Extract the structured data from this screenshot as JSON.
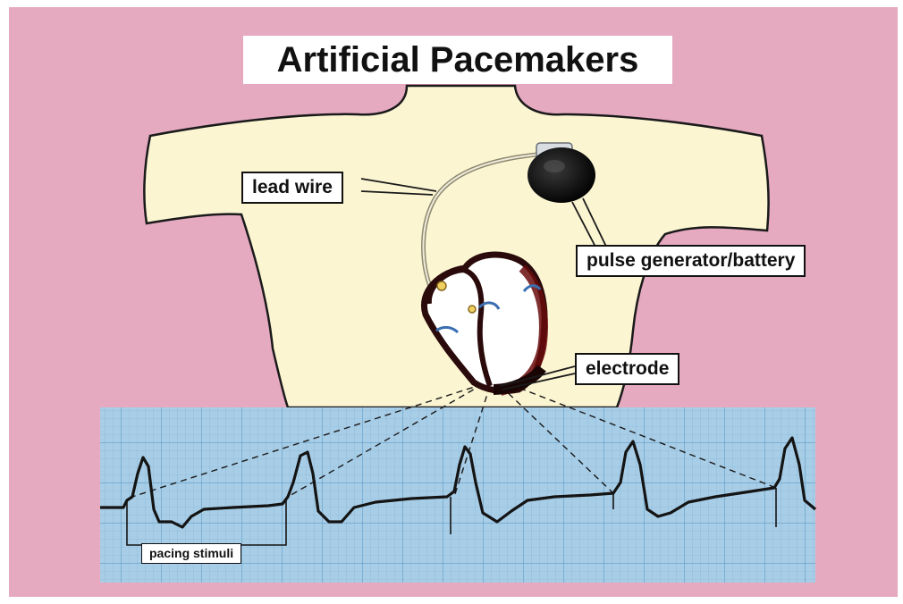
{
  "title": "Artificial Pacemakers",
  "labels": {
    "lead_wire": "lead wire",
    "pulse_generator": "pulse generator/battery",
    "electrode": "electrode",
    "pacing_stimuli": "pacing stimuli"
  },
  "colors": {
    "background": "#e5a9c0",
    "skin": "#fbf5d2",
    "ecg_grid": "#a8cde6",
    "heart_wall": "#2a0a0a",
    "generator": "#0c0c0c"
  }
}
